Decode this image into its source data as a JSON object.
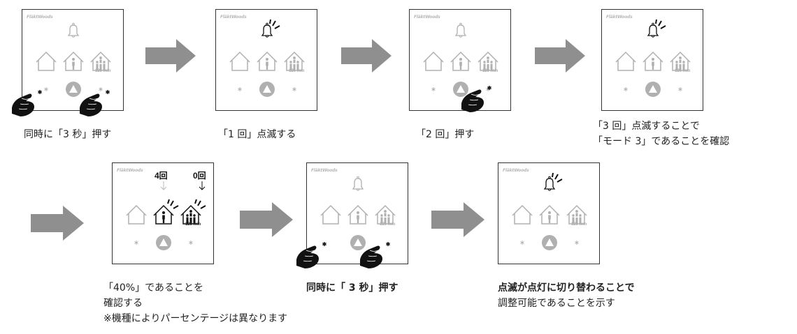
{
  "brand": "FläktWoods",
  "mode_minutes": "120 min",
  "steps": [
    {
      "caption": [
        "同時に「3 秒」押す"
      ]
    },
    {
      "caption": [
        "「1 回」点滅する"
      ]
    },
    {
      "caption": [
        "「2 回」押す"
      ]
    },
    {
      "caption": [
        "「3 回」点滅することで",
        "「モード 3」であることを確認"
      ]
    },
    {
      "caption": [
        "「40%」であることを",
        "確認する",
        "※機種によりパーセンテージは異なります"
      ]
    },
    {
      "caption": [
        "同時に「 3 秒」押す"
      ]
    },
    {
      "caption": [
        "点滅が点灯に切り替わることで",
        "調整可能であることを示す"
      ]
    }
  ],
  "counts": {
    "mode2": "4回",
    "mode3": "0回"
  },
  "colors": {
    "arrow": "#8f8f8f",
    "icon_dim": "#b0b0b0",
    "icon_active": "#111111",
    "hand": "#111111"
  }
}
